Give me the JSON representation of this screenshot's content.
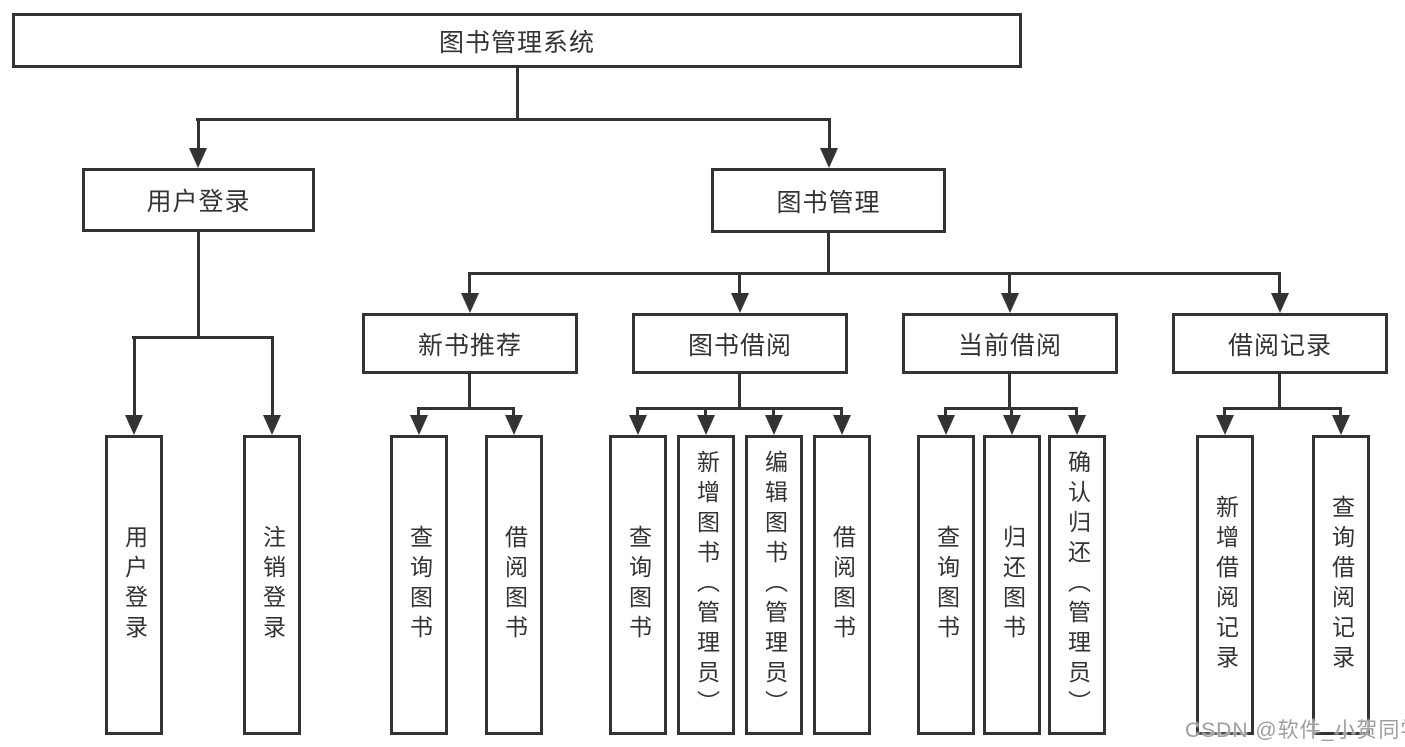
{
  "style": {
    "line_color": "#333333",
    "watermark_color": "#9e9e9e",
    "background_color": "#ffffff"
  },
  "diagram": {
    "root": {
      "label": "图书管理系统"
    },
    "branches": [
      {
        "label": "用户登录",
        "children": [
          {
            "label": "用户登录"
          },
          {
            "label": "注销登录"
          }
        ]
      },
      {
        "label": "图书管理",
        "children": [
          {
            "label": "新书推荐",
            "children": [
              {
                "label": "查询图书"
              },
              {
                "label": "借阅图书"
              }
            ]
          },
          {
            "label": "图书借阅",
            "children": [
              {
                "label": "查询图书"
              },
              {
                "label": "新增图书（管理员）"
              },
              {
                "label": "编辑图书（管理员）"
              },
              {
                "label": "借阅图书"
              }
            ]
          },
          {
            "label": "当前借阅",
            "children": [
              {
                "label": "查询图书"
              },
              {
                "label": "归还图书"
              },
              {
                "label": "确认归还（管理员）"
              }
            ]
          },
          {
            "label": "借阅记录",
            "children": [
              {
                "label": "新增借阅记录"
              },
              {
                "label": "查询借阅记录"
              }
            ]
          }
        ]
      }
    ]
  },
  "watermark": {
    "text": "CSDN @软件_小贺同学"
  }
}
